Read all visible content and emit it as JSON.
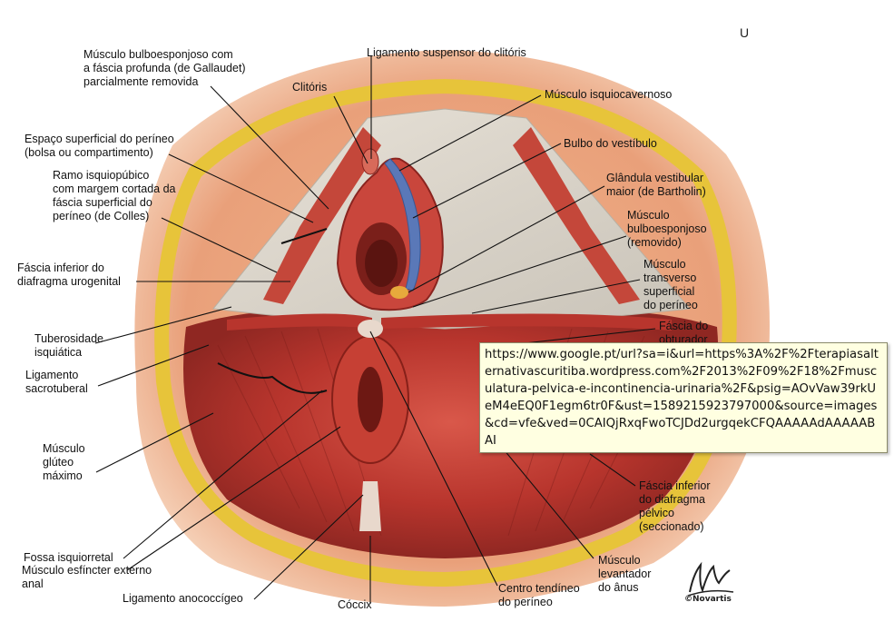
{
  "corner_mark": "U",
  "labels": {
    "bulbo_fascia": "Músculo bulboesponjoso com\na fáscia profunda (de Gallaudet)\nparcialmente removida",
    "lig_suspensor": "Ligamento suspensor do clitóris",
    "clitoris": "Clitóris",
    "isquiocavernoso": "Músculo isquiocavernoso",
    "espaco_superficial": "Espaço superficial do períneo\n(bolsa ou compartimento)",
    "bulbo_vestibulo": "Bulbo do vestíbulo",
    "ramo_isquiopubico": "Ramo isquiopúbico\ncom margem cortada da\nfáscia superficial do\nperíneo (de Colles)",
    "glandula": "Glândula vestibular\nmaior (de Bartholin)",
    "bulboesponjoso_rem": "Músculo\nbulboesponjoso\n(removido)",
    "fascia_inf_uro": "Fáscia inferior do\ndiafragma urogenital",
    "transverso": "Músculo\ntransverso\nsuperficial\ndo períneo",
    "tuberosidade": "Tuberosidade\nisquiática",
    "fascia_obturador": "Fáscia do\nobturador",
    "lig_sacrotuberal": "Ligamento\nsacrotuberal",
    "gluteo": "Músculo\nglúteo\nmáximo",
    "fascia_pelvico": "Fáscia inferior\ndo diafragma\npélvico\n(seccionado)",
    "fossa": "Fossa isquiorretal",
    "esfincter": "Músculo esfíncter externo\nanal",
    "lig_anococcigeo": "Ligamento anococcígeo",
    "coccix": "Cóccix",
    "centro_tendineo": "Centro tendíneo\ndo períneo",
    "levantador": "Músculo\nlevantador\ndo ânus"
  },
  "tooltip_url": "https://www.google.pt/url?sa=i&url=https%3A%2F%2Fterapiasalternativascuritiba.wordpress.com%2F2013%2F09%2F18%2Fmusculatura-pelvica-e-incontinencia-urinaria%2F&psig=AOvVaw39rkUeM4eEQ0F1egm6tr0F&ust=1589215923797000&source=images&cd=vfe&ved=0CAIQjRxqFwoTCJDd2urgqekCFQAAAAAdAAAAABAI",
  "signature": "©Novartis"
}
